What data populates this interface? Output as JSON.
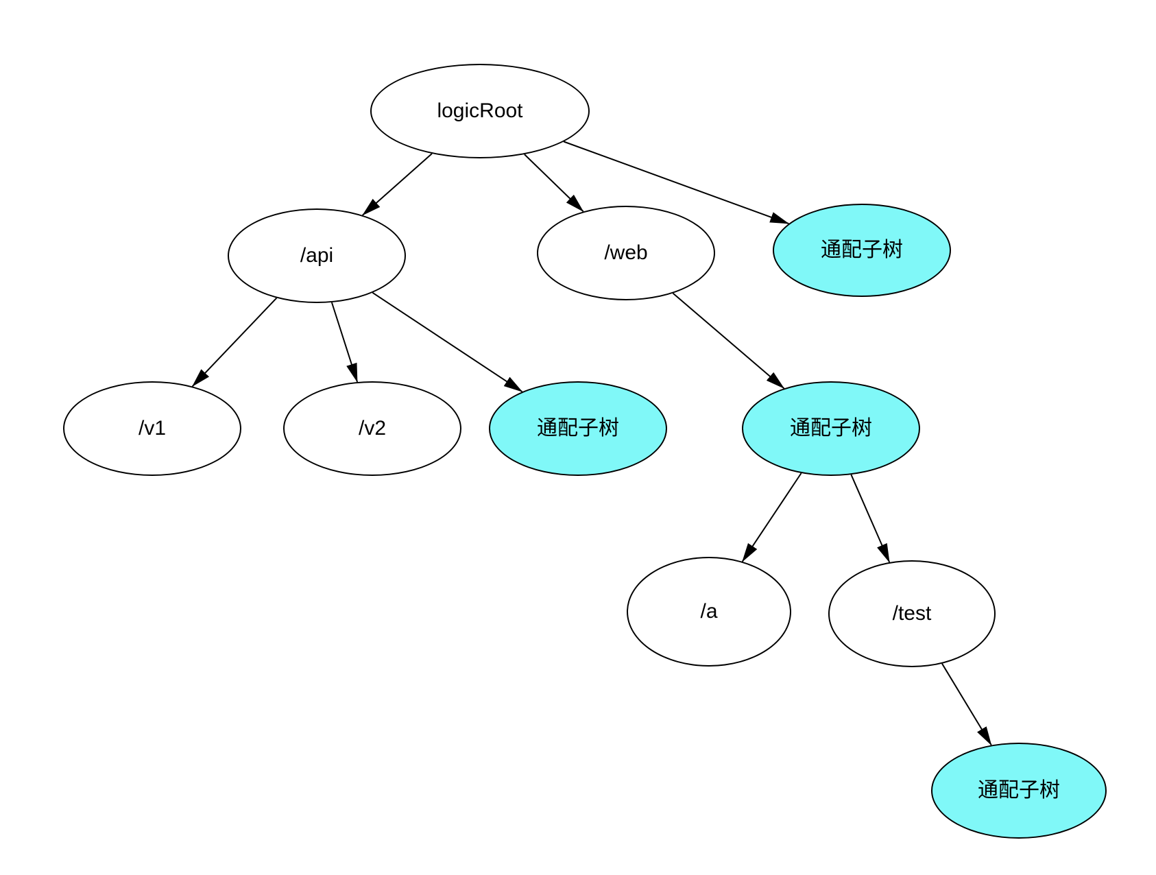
{
  "diagram": {
    "type": "tree",
    "colors": {
      "background": "#ffffff",
      "node_fill": "#ffffff",
      "wildcard_fill": "#80f8f8",
      "node_border": "#000000",
      "edge_color": "#000000",
      "text_color": "#000000"
    },
    "nodes": [
      {
        "id": "logicRoot",
        "label": "logicRoot",
        "kind": "normal"
      },
      {
        "id": "api",
        "label": "/api",
        "kind": "normal"
      },
      {
        "id": "web",
        "label": "/web",
        "kind": "normal"
      },
      {
        "id": "wildcard-root",
        "label": "通配子树",
        "kind": "wildcard"
      },
      {
        "id": "v1",
        "label": "/v1",
        "kind": "normal"
      },
      {
        "id": "v2",
        "label": "/v2",
        "kind": "normal"
      },
      {
        "id": "wildcard-api",
        "label": "通配子树",
        "kind": "wildcard"
      },
      {
        "id": "wildcard-web",
        "label": "通配子树",
        "kind": "wildcard"
      },
      {
        "id": "a",
        "label": "/a",
        "kind": "normal"
      },
      {
        "id": "test",
        "label": "/test",
        "kind": "normal"
      },
      {
        "id": "wildcard-test",
        "label": "通配子树",
        "kind": "wildcard"
      }
    ],
    "edges": [
      {
        "from": "logicRoot",
        "to": "api"
      },
      {
        "from": "logicRoot",
        "to": "web"
      },
      {
        "from": "logicRoot",
        "to": "wildcard-root"
      },
      {
        "from": "api",
        "to": "v1"
      },
      {
        "from": "api",
        "to": "v2"
      },
      {
        "from": "api",
        "to": "wildcard-api"
      },
      {
        "from": "web",
        "to": "wildcard-web"
      },
      {
        "from": "wildcard-web",
        "to": "a"
      },
      {
        "from": "wildcard-web",
        "to": "test"
      },
      {
        "from": "test",
        "to": "wildcard-test"
      }
    ]
  }
}
